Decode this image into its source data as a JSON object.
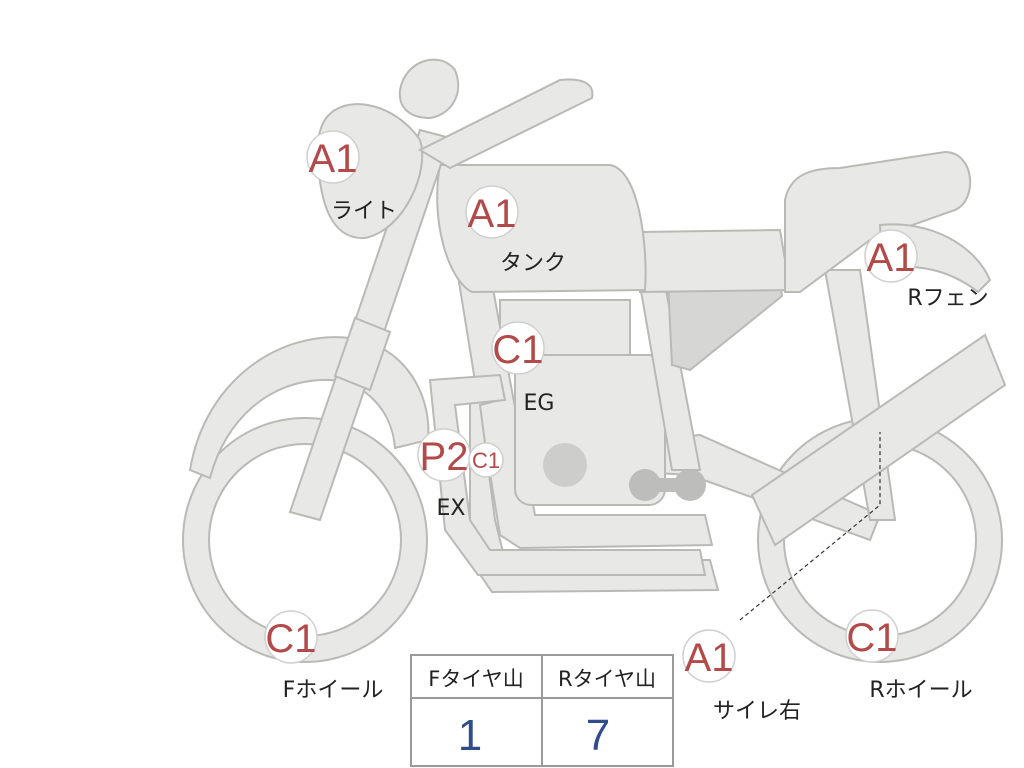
{
  "markers": [
    {
      "id": "light",
      "grade": "A1",
      "label": "ライト"
    },
    {
      "id": "tank",
      "grade": "A1",
      "label": "タンク"
    },
    {
      "id": "rfender",
      "grade": "A1",
      "label": "Rフェン"
    },
    {
      "id": "engine",
      "grade": "C1",
      "label": "EG"
    },
    {
      "id": "exhaust",
      "grade": "P2",
      "label": "EX"
    },
    {
      "id": "exhaust-sub",
      "grade": "C1",
      "label": ""
    },
    {
      "id": "fwheel",
      "grade": "C1",
      "label": "Fホイール"
    },
    {
      "id": "muffler",
      "grade": "A1",
      "label": "サイレ右"
    },
    {
      "id": "rwheel",
      "grade": "C1",
      "label": "Rホイール"
    }
  ],
  "tire_table": {
    "front_header": "Fタイヤ山",
    "rear_header": "Rタイヤ山",
    "front_value": "1",
    "rear_value": "7"
  },
  "colors": {
    "grade_text": "#b34a4a",
    "table_value": "#2f4d8a",
    "body_fill": "#e8e8e6"
  }
}
